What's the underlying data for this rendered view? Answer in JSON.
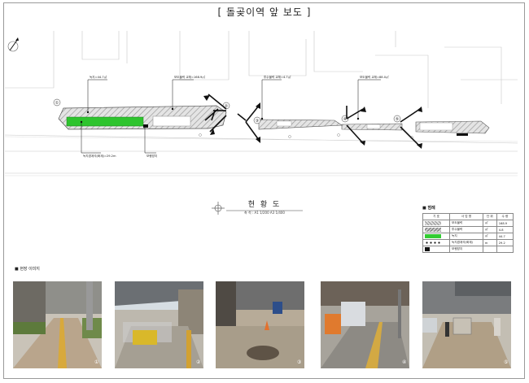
{
  "title": "[ 돌곶이역 앞 보도 ]",
  "plan": {
    "caption": "현 황 도",
    "scale_text": "축 척 : A1 1/200  A3 1/400",
    "callouts": [
      "녹지=44.7㎡",
      "보도블럭 교체=168.9㎡",
      "투수블럭 교체=4.7㎡",
      "보도블럭 교체=88.0㎡",
      "녹지경계석(화계)=29.2m",
      "보행방지"
    ],
    "markers": [
      "①",
      "②",
      "③",
      "④",
      "⑤"
    ]
  },
  "legend": {
    "heading": "■ 범례",
    "headers": [
      "기 호",
      "사 업 명",
      "단 위",
      "수 량"
    ],
    "rows": [
      {
        "symbol": "hatch",
        "name": "보도블럭",
        "unit": "㎡",
        "qty": "168.9"
      },
      {
        "symbol": "hatch2",
        "name": "투수블럭",
        "unit": "㎡",
        "qty": "4.8"
      },
      {
        "symbol": "green",
        "name": "녹지",
        "unit": "㎡",
        "qty": "44.7"
      },
      {
        "symbol": "dots",
        "name": "녹지경계석(화계)",
        "unit": "m",
        "qty": "29.2"
      },
      {
        "symbol": "block",
        "name": "보행방지",
        "unit": "",
        "qty": ""
      }
    ]
  },
  "site_label": "■ 현장 이미지",
  "photos": [
    {
      "number": "①"
    },
    {
      "number": "②"
    },
    {
      "number": "③"
    },
    {
      "number": "④"
    },
    {
      "number": "⑤"
    }
  ]
}
